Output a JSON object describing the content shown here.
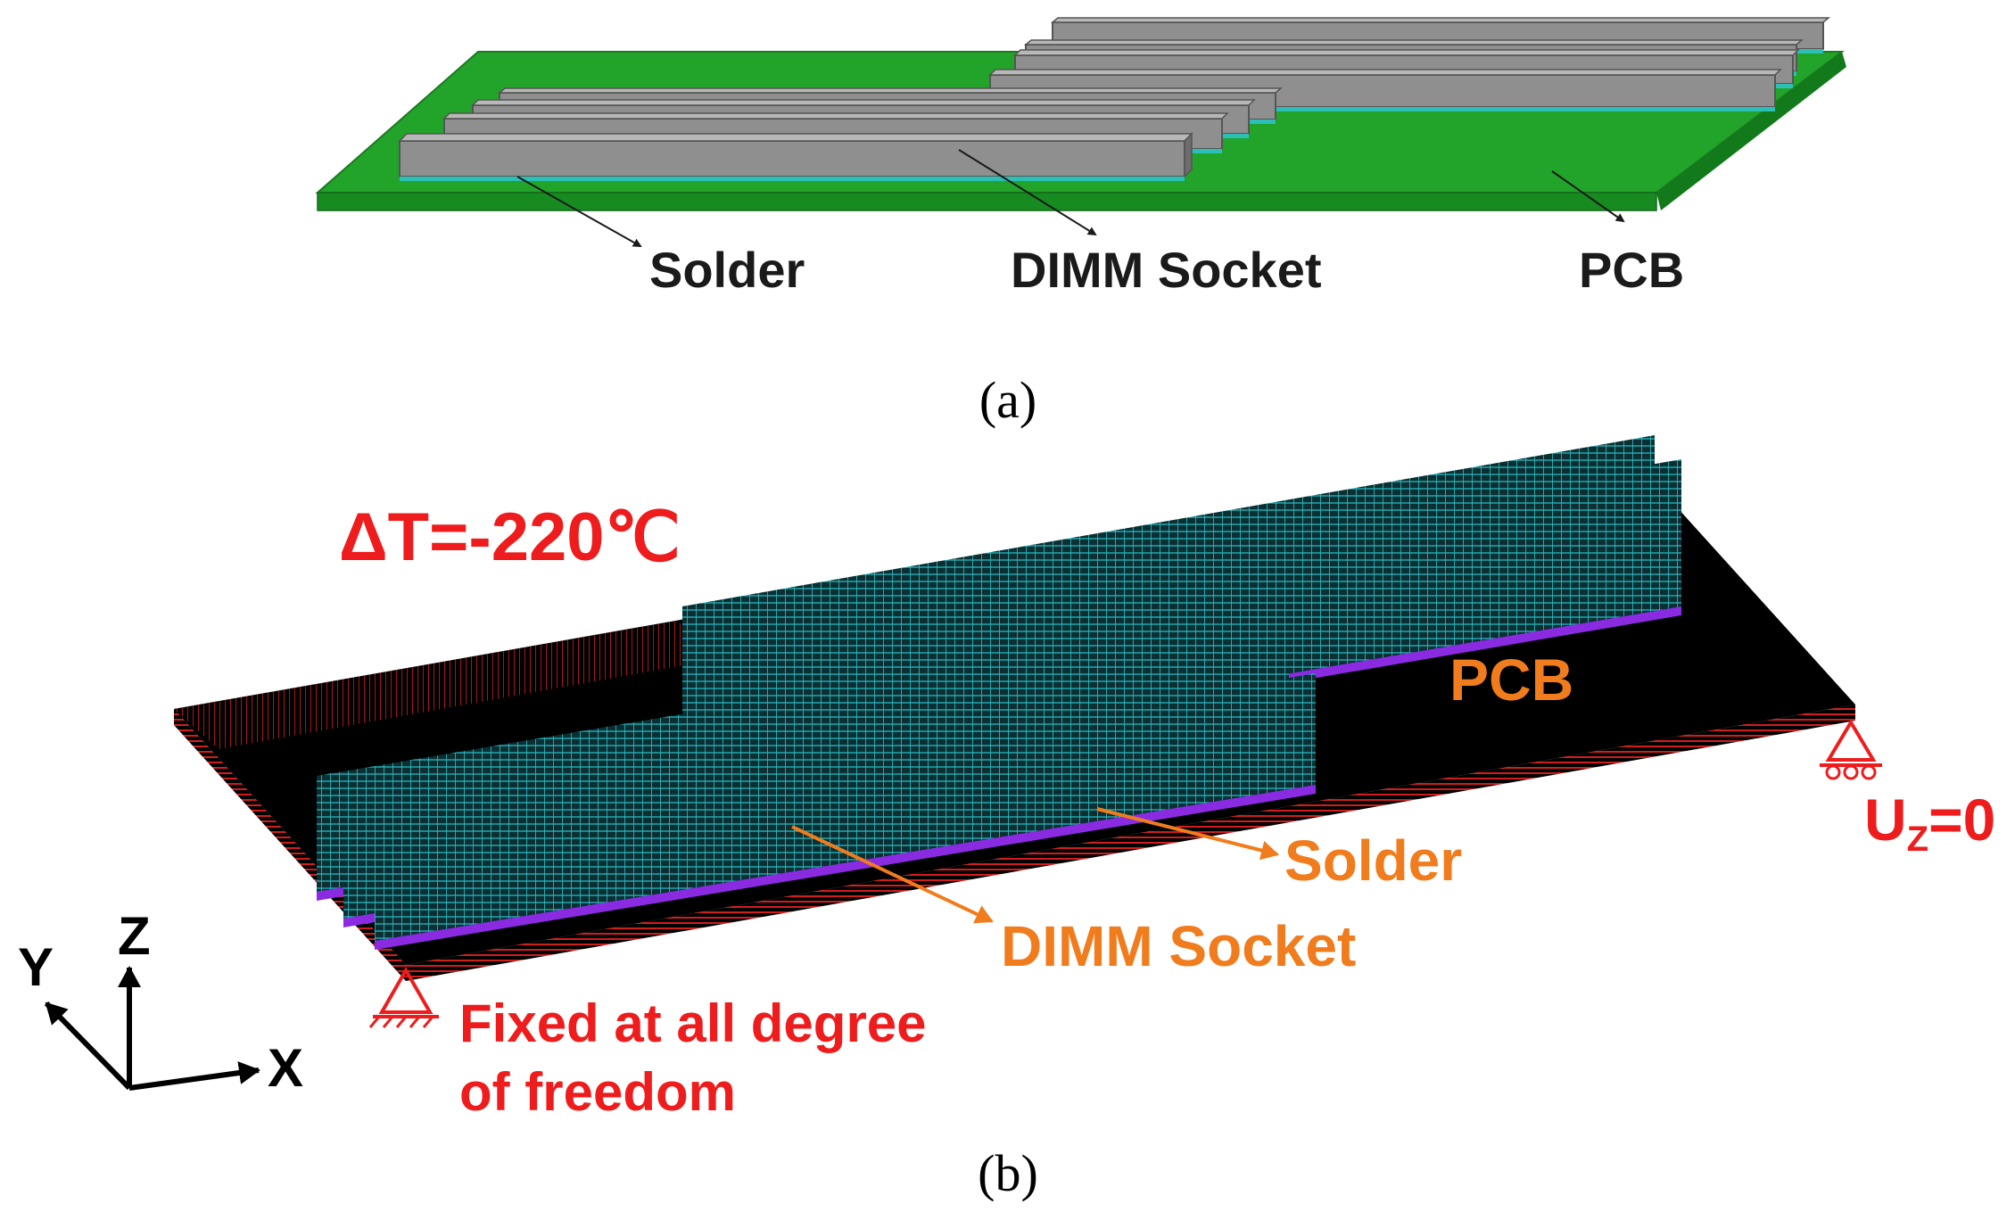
{
  "panel_a": {
    "caption": "(a)",
    "labels": {
      "solder": "Solder",
      "socket": "DIMM Socket",
      "pcb": "PCB"
    },
    "colors": {
      "pcb": "#22a32a",
      "socket": "#9a9a9a",
      "solder": "#2bbfb6"
    }
  },
  "panel_b": {
    "caption": "(b)",
    "delta_t": "ΔT=-220℃",
    "labels": {
      "pcb": "PCB",
      "solder": "Solder",
      "socket": "DIMM Socket"
    },
    "fixed_line1": "Fixed at all degree",
    "fixed_line2": "of freedom",
    "uz_u": "U",
    "uz_sub": "Z",
    "uz_rest": "=0",
    "axes": {
      "x": "X",
      "y": "Y",
      "z": "Z"
    },
    "colors": {
      "label": "#f07c1d",
      "boundary": "#ee1c1c",
      "mesh": "#27c4c9",
      "solder": "#8a2be2"
    }
  }
}
